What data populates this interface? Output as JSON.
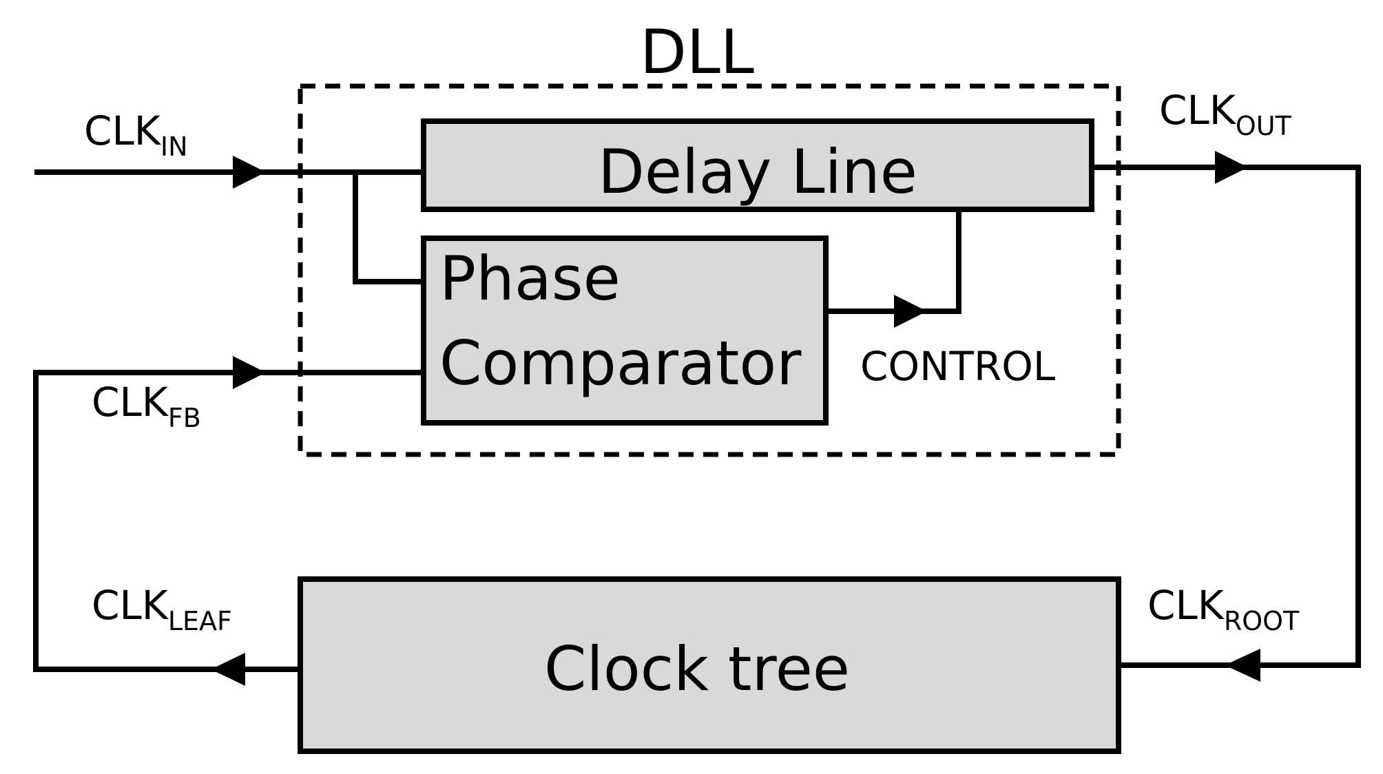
{
  "dll_title": "DLL",
  "blocks": {
    "delay_line": "Delay Line",
    "phase_comparator_line1": "Phase",
    "phase_comparator_line2": "Comparator",
    "clock_tree": "Clock tree"
  },
  "signals": {
    "clk_in": {
      "base": "CLK",
      "sub": "IN"
    },
    "clk_out": {
      "base": "CLK",
      "sub": "OUT"
    },
    "clk_fb": {
      "base": "CLK",
      "sub": "FB"
    },
    "clk_leaf": {
      "base": "CLK",
      "sub": "LEAF"
    },
    "clk_root": {
      "base": "CLK",
      "sub": "ROOT"
    },
    "control": "CONTROL"
  }
}
